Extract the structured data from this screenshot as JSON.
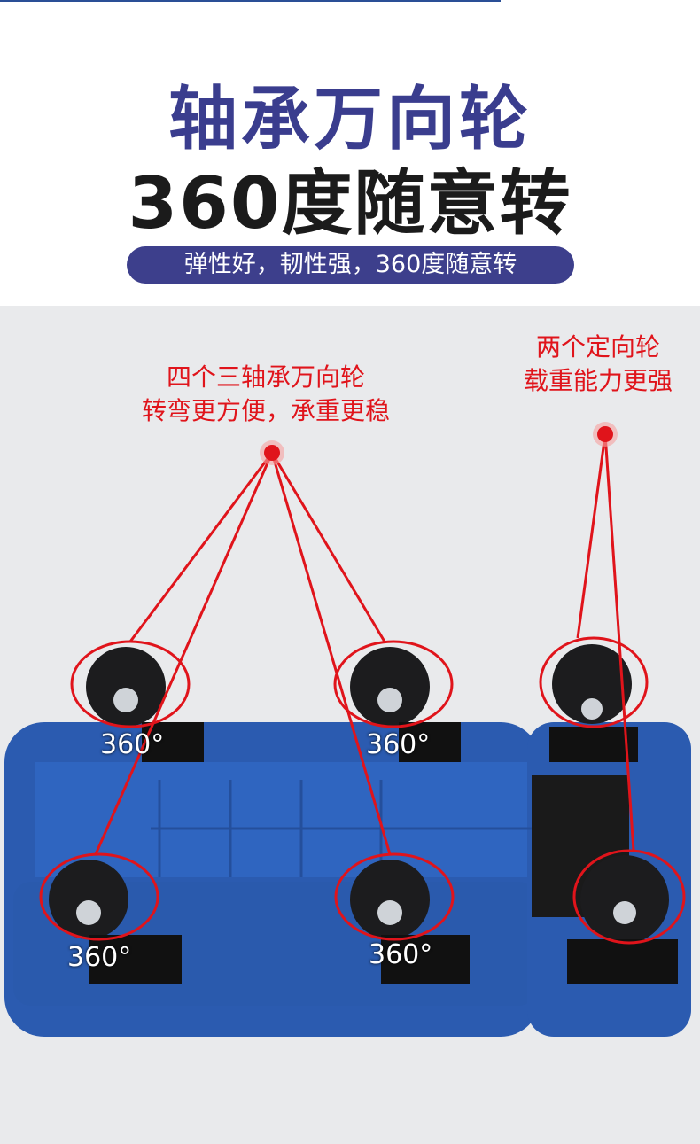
{
  "heading": {
    "line1": "轴承万向轮",
    "line2": "360度随意转",
    "tagline": "弹性好，韧性强，360度随意转"
  },
  "callouts": {
    "swivel": {
      "line1": "四个三轴承万向轮",
      "line2": "转弯更方便，承重更稳"
    },
    "fixed": {
      "line1": "两个定向轮",
      "line2": "载重能力更强"
    }
  },
  "rotation_labels": [
    "360°",
    "360°",
    "360°",
    "360°"
  ],
  "colors": {
    "title": "#3a3d8e",
    "pill": "#3d3f8c",
    "callout": "#e0141b",
    "cart": "#2b5bb0"
  }
}
